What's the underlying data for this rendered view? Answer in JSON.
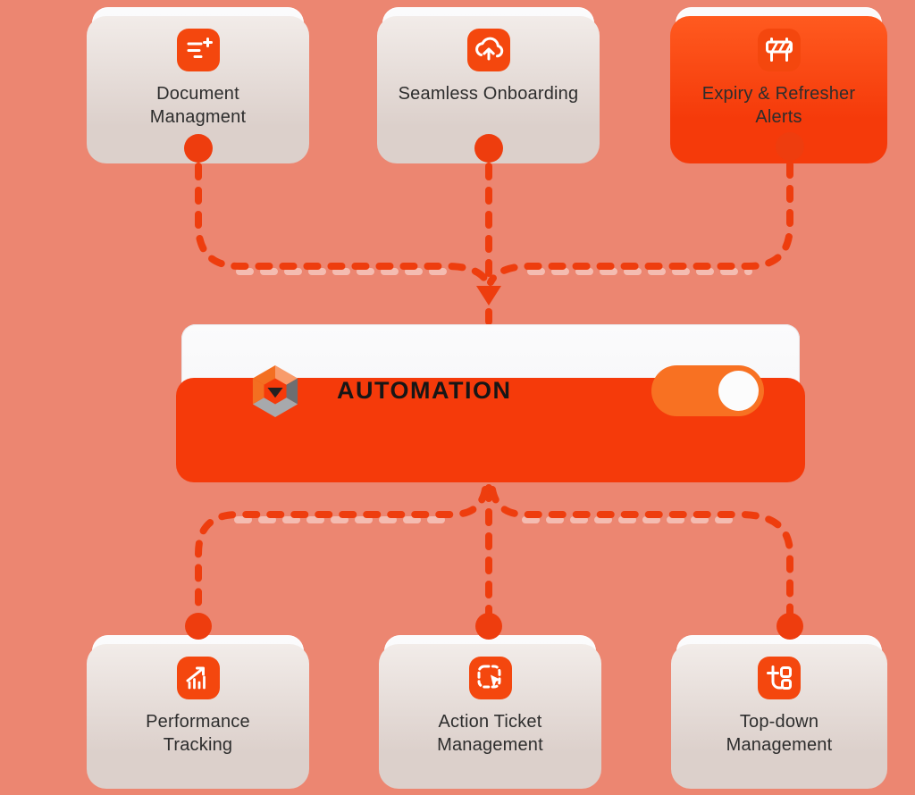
{
  "colors": {
    "background": "#EC8671",
    "accent_dash": "#EE3D0E",
    "icon_tile": "#F4470E",
    "slab_red": "#F53A0A",
    "slab_gray": "#DCD0CB",
    "toggle_orange": "#F87122",
    "card_face": "#F9F9FA",
    "label_text": "#2D2D2D",
    "logo_orange": "#F36F21",
    "logo_orange_light": "#F89B6B",
    "logo_gray_dark": "#6D6E71",
    "logo_gray_light": "#A7A9AC"
  },
  "automation_bar": {
    "label": "AUTOMATION",
    "logo": "hexagon-h-logo",
    "toggle_on": "true"
  },
  "cards": {
    "top": [
      {
        "lines": [
          "Document",
          "Managment"
        ],
        "icon": "document-filter-plus-icon"
      },
      {
        "lines": [
          "Seamless Onboarding"
        ],
        "icon": "cloud-upload-icon"
      },
      {
        "lines": [
          "Expiry & Refresher",
          "Alerts"
        ],
        "icon": "barrier-icon",
        "highlighted": "true"
      }
    ],
    "bottom": [
      {
        "lines": [
          "Performance",
          "Tracking"
        ],
        "icon": "chart-growth-icon"
      },
      {
        "lines": [
          "Action Ticket",
          "Management"
        ],
        "icon": "select-cursor-icon"
      },
      {
        "lines": [
          "Top-down",
          "Management"
        ],
        "icon": "hierarchy-icon"
      }
    ]
  }
}
